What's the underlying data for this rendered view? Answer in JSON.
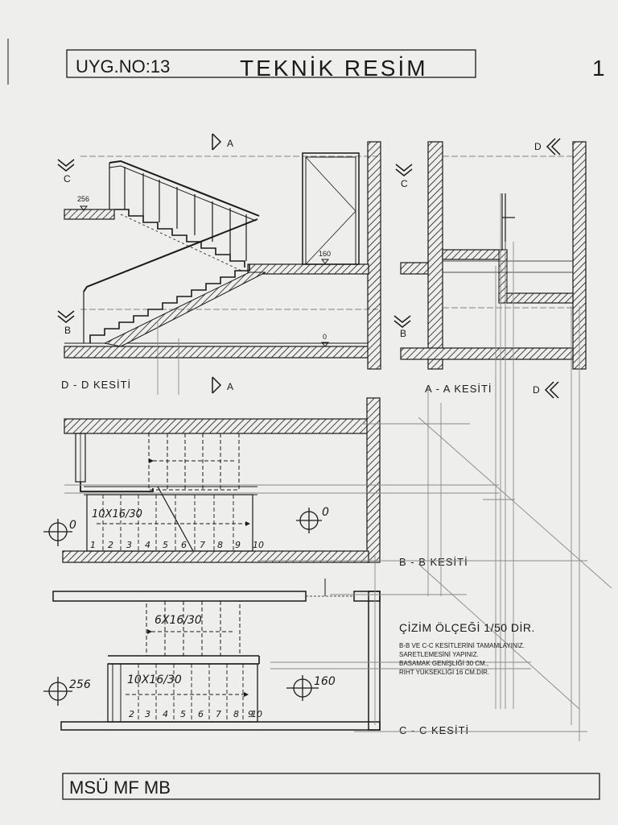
{
  "title_block": {
    "exercise_no": "UYG.NO:13",
    "title": "TEKNİK RESİM",
    "sheet_no": "1"
  },
  "footer": {
    "text": "MSÜ MF MB"
  },
  "section_marks": {
    "a": "A",
    "b": "B",
    "c": "C",
    "d": "D"
  },
  "section_titles": {
    "dd": "D - D KESİTİ",
    "aa": "A - A KESİTİ",
    "bb": "B - B KESİTİ",
    "cc": "C - C KESİTİ"
  },
  "elevations": {
    "upper": "256",
    "landing": "160",
    "ground": "0"
  },
  "plan_b": {
    "stair_label": "10X16/30",
    "level": "0",
    "left_level": "0",
    "step_numbers": [
      "1",
      "2",
      "3",
      "4",
      "5",
      "6",
      "7",
      "8",
      "9",
      "10"
    ]
  },
  "plan_c": {
    "upper_label": "6X16/30",
    "lower_label": "10X16/30",
    "left_level": "256",
    "right_level": "160",
    "step_numbers": [
      "2",
      "3",
      "4",
      "5",
      "6",
      "7",
      "8",
      "9",
      "10"
    ]
  },
  "notes": {
    "scale": "ÇİZİM ÖLÇEĞİ 1/50 DİR.",
    "line1": "B-B VE C-C KESİTLERİNİ TAMAMLAYINIZ.",
    "line2": "SARETLEMESİNİ YAPINIZ.",
    "line3": "BASAMAK GENİŞLİĞİ 30 CM.,",
    "line4": "RIHT YÜKSEKLİĞİ 16 CM.DİR."
  },
  "colors": {
    "paper": "#eeeeec",
    "ink": "#1a1a1a",
    "construction_line": "#8a8a8a"
  }
}
